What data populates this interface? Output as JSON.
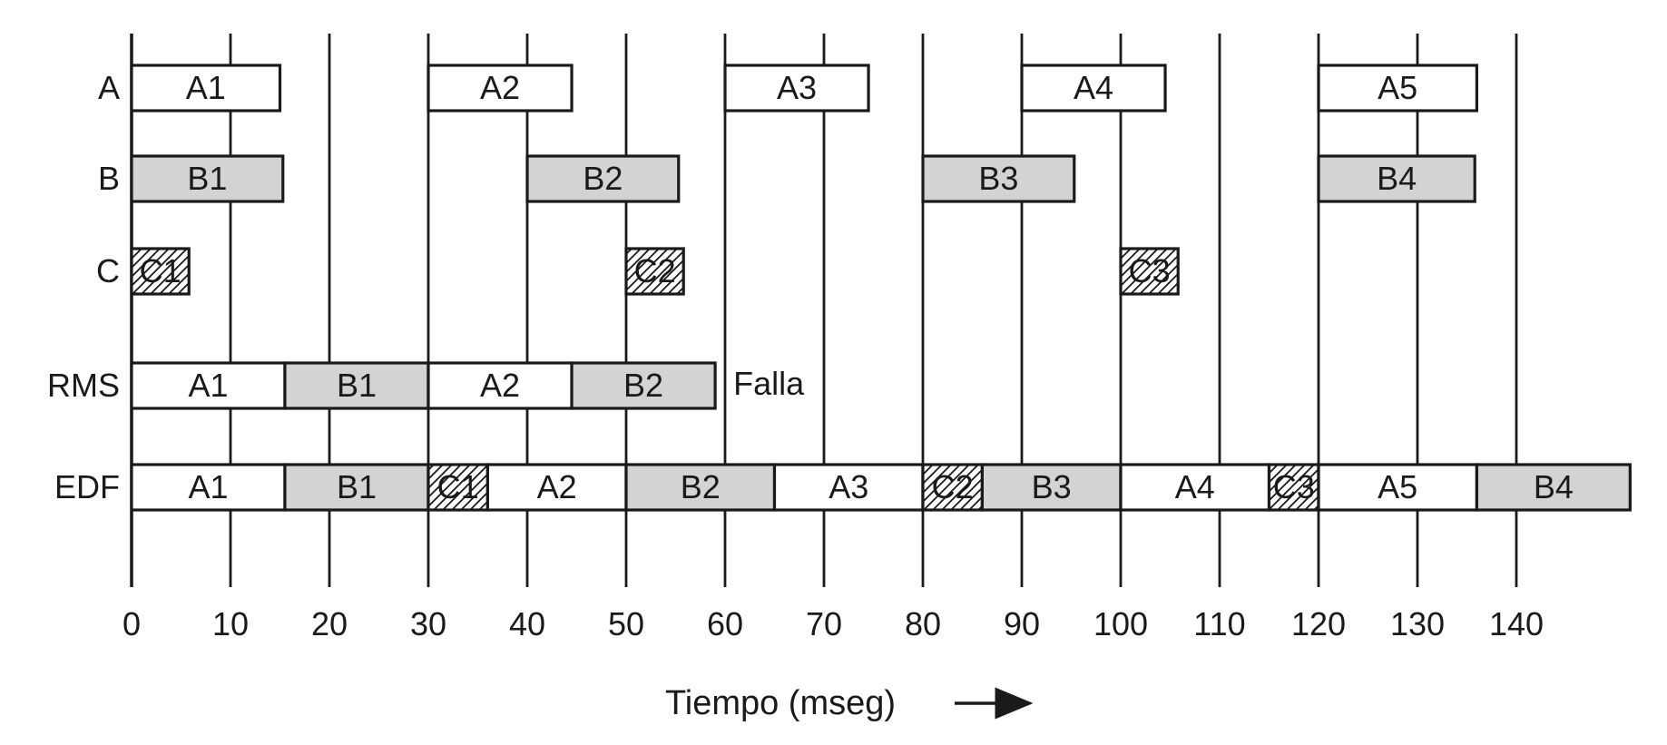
{
  "colors": {
    "white_task": "#ffffff",
    "gray_task": "#d3d3d3",
    "hatched_task": "hatch",
    "line": "#1a1a1a"
  },
  "rows": [
    {
      "key": "A",
      "label": "A",
      "blocks": [
        {
          "text": "A1",
          "start": 0,
          "end": 15,
          "fill": "white"
        },
        {
          "text": "A2",
          "start": 30,
          "end": 44.5,
          "fill": "white"
        },
        {
          "text": "A3",
          "start": 60,
          "end": 74.5,
          "fill": "white"
        },
        {
          "text": "A4",
          "start": 90,
          "end": 104.5,
          "fill": "white"
        },
        {
          "text": "A5",
          "start": 120,
          "end": 136,
          "fill": "white"
        }
      ]
    },
    {
      "key": "B",
      "label": "B",
      "blocks": [
        {
          "text": "B1",
          "start": 0,
          "end": 15.3,
          "fill": "gray"
        },
        {
          "text": "B2",
          "start": 40,
          "end": 55.3,
          "fill": "gray"
        },
        {
          "text": "B3",
          "start": 80,
          "end": 95.3,
          "fill": "gray"
        },
        {
          "text": "B4",
          "start": 120,
          "end": 135.8,
          "fill": "gray"
        }
      ]
    },
    {
      "key": "C",
      "label": "C",
      "blocks": [
        {
          "text": "C1",
          "start": 0,
          "end": 5.8,
          "fill": "hatch"
        },
        {
          "text": "C2",
          "start": 50,
          "end": 55.8,
          "fill": "hatch"
        },
        {
          "text": "C3",
          "start": 100,
          "end": 105.8,
          "fill": "hatch"
        }
      ]
    },
    {
      "key": "RMS",
      "label": "RMS",
      "note": "Falla",
      "blocks": [
        {
          "text": "A1",
          "start": 0,
          "end": 15.5,
          "fill": "white"
        },
        {
          "text": "B1",
          "start": 15.5,
          "end": 30,
          "fill": "gray"
        },
        {
          "text": "A2",
          "start": 30,
          "end": 44.5,
          "fill": "white"
        },
        {
          "text": "B2",
          "start": 44.5,
          "end": 59,
          "fill": "gray"
        }
      ]
    },
    {
      "key": "EDF",
      "label": "EDF",
      "blocks": [
        {
          "text": "A1",
          "start": 0,
          "end": 15.5,
          "fill": "white"
        },
        {
          "text": "B1",
          "start": 15.5,
          "end": 30,
          "fill": "gray"
        },
        {
          "text": "C1",
          "start": 30,
          "end": 36,
          "fill": "hatch"
        },
        {
          "text": "A2",
          "start": 36,
          "end": 50,
          "fill": "white"
        },
        {
          "text": "B2",
          "start": 50,
          "end": 65,
          "fill": "gray"
        },
        {
          "text": "A3",
          "start": 65,
          "end": 80,
          "fill": "white"
        },
        {
          "text": "C2",
          "start": 80,
          "end": 86,
          "fill": "hatch"
        },
        {
          "text": "B3",
          "start": 86,
          "end": 100,
          "fill": "gray"
        },
        {
          "text": "A4",
          "start": 100,
          "end": 115,
          "fill": "white"
        },
        {
          "text": "C3",
          "start": 115,
          "end": 120,
          "fill": "hatch"
        },
        {
          "text": "A5",
          "start": 120,
          "end": 136,
          "fill": "white"
        },
        {
          "text": "B4",
          "start": 136,
          "end": 151.5,
          "fill": "gray"
        }
      ]
    }
  ],
  "axis": {
    "ticks": [
      0,
      10,
      20,
      30,
      40,
      50,
      60,
      70,
      80,
      90,
      100,
      110,
      120,
      130,
      140
    ],
    "range": [
      0,
      151.5
    ],
    "label": "Tiempo (mseg)",
    "arrow_icon": "right-arrow-icon"
  }
}
